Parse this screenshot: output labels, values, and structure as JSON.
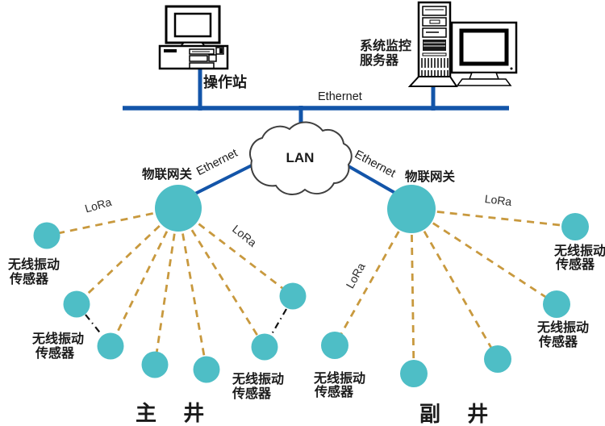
{
  "colors": {
    "node_teal": "#4ebec6",
    "ethernet_blue": "#1355a9",
    "lora_dash": "#c8993e",
    "link_black": "#111111"
  },
  "labels": {
    "operator_station": "操作站",
    "server_line1": "系统监控",
    "server_line2": "服务器",
    "ethernet": "Ethernet",
    "lan": "LAN",
    "gateway": "物联网关",
    "lora": "LoRa",
    "sensor_line1": "无线振动",
    "sensor_line2": "传感器",
    "main_shaft": "主 井",
    "aux_shaft": "副 井"
  }
}
